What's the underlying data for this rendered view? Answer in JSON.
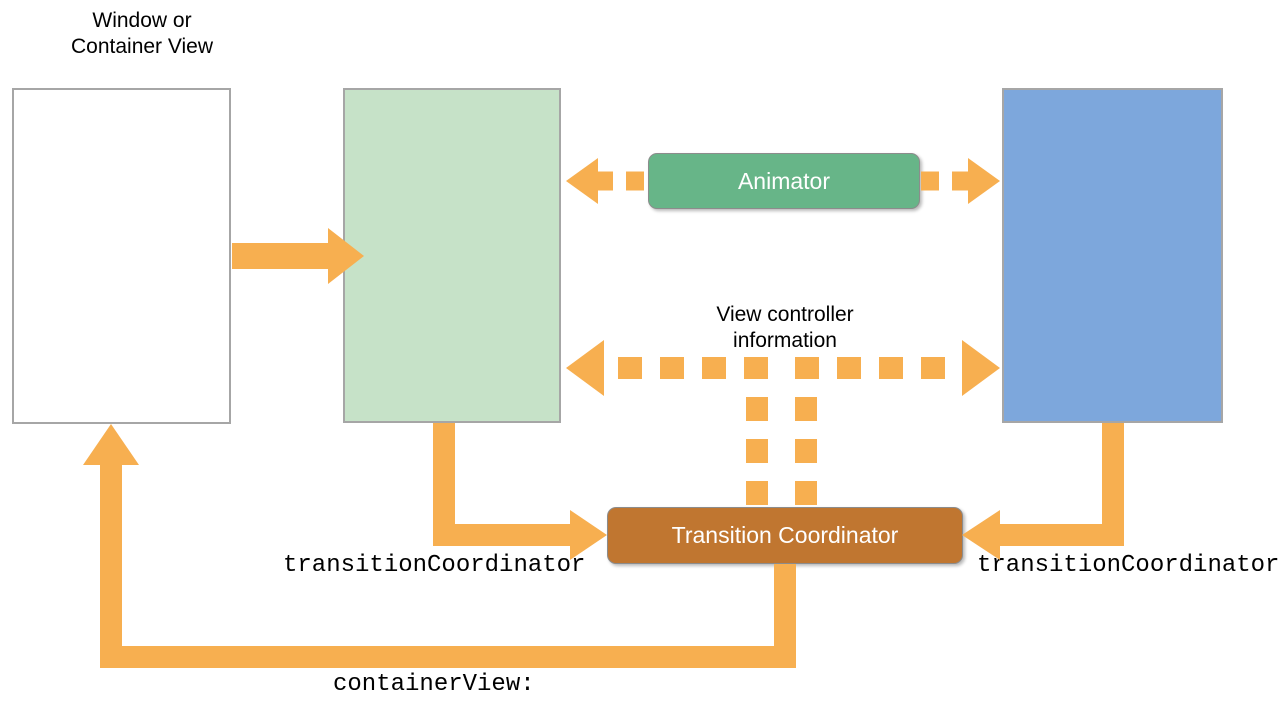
{
  "diagram": {
    "title_label": "Window or\nContainer View",
    "nodes": {
      "container_view": {
        "label": "",
        "fill": "#ffffff",
        "stroke": "#a6a6a6"
      },
      "from_view": {
        "label": "",
        "fill": "#c6e2c8",
        "stroke": "#a6a6a6"
      },
      "to_view": {
        "label": "",
        "fill": "#7da7dc",
        "stroke": "#a6a6a6"
      },
      "animator": {
        "label": "Animator",
        "fill": "#67b588"
      },
      "transition_coordinator": {
        "label": "Transition Coordinator",
        "fill": "#c07630"
      }
    },
    "labels": {
      "view_controller_information": "View controller\ninformation",
      "transition_coordinator_left": "transitionCoordinator",
      "transition_coordinator_right": "transitionCoordinator",
      "container_view_method": "containerView:"
    },
    "colors": {
      "arrow": "#f7af50",
      "green_accent": "#67b588",
      "brown_accent": "#c07630",
      "blue_fill": "#7da7dc",
      "light_green_fill": "#c6e2c8",
      "box_stroke": "#a6a6a6",
      "text": "#000000"
    }
  }
}
